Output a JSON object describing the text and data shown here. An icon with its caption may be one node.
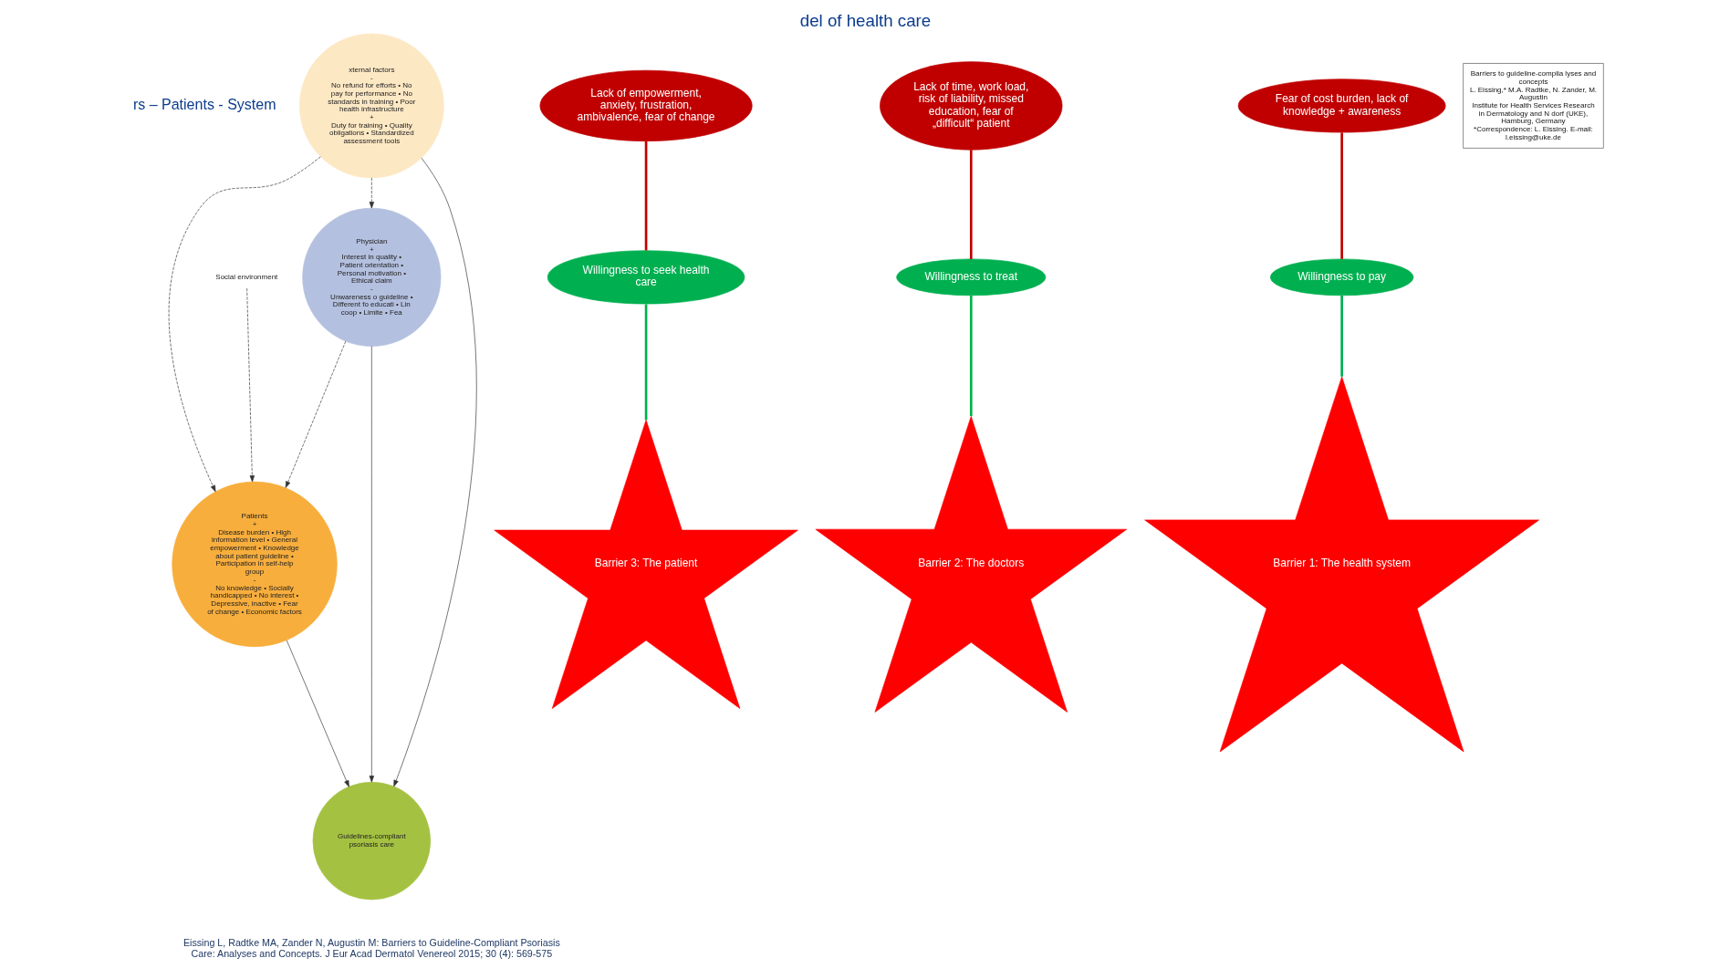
{
  "diagram": {
    "title": "del of health care",
    "caption": "Eissing L, Radtke MA, Zander N, Augustin M: Barriers to Guideline-Compliant Psoriasis Care: Analyses and Concepts. J Eur Acad Dermatol Venereol 2015; 30 (4): 569-575",
    "nodes": [
      {
        "text": [
          "Lack of empowerment, anxiety, frustration, ambivalence, fear of change"
        ]
      },
      {
        "text": [
          "Willingness to seek health care"
        ]
      },
      {
        "text": [
          "Lack of time, work load, risk of liability, missed education, fear of „difficult“ patient"
        ]
      },
      {
        "text": [
          "Willingness to treat"
        ]
      },
      {
        "text": [
          "Fear of cost burden, lack of knowledge + awareness"
        ]
      },
      {
        "text": [
          "Willingness to pay"
        ]
      },
      {
        "text": [
          "Barrier 3: The patient"
        ]
      },
      {
        "text": [
          "Barrier 2: The doctors"
        ]
      },
      {
        "text": [
          "Barrier 1: The health system"
        ]
      },
      {
        "text": [
          "Patients",
          "+",
          "Disease burden • High information level • General empowerment • Knowledge about patient guideline • Participation in self-help group",
          "-",
          "No knowledge • Socially handicapped • No interest • Depressive, inactive • Fear of change • Economic factors"
        ]
      },
      {
        "text": [
          "Physician",
          "+",
          "Interest in quality • Patient orientation • Personal motivation • Ethical claim",
          "-",
          "Unwareness o guideline • Different fo educati • Lin coop • Limite • Fea"
        ]
      },
      {
        "text": [
          "xternal factors",
          "-",
          "No refund for efforts • No pay for performance • No standards in training • Poor health infrastructure",
          "+",
          "Duty for training • Quality obligations • Standardized assessment tools"
        ]
      },
      {
        "text": [
          "Guidelines-compliant psoriasis care"
        ]
      },
      {
        "text": [
          "Social environment"
        ]
      },
      {
        "text": [
          "Barriers to guideline-complia lyses and concepts",
          "L. Eissing,* M.A. Radtke, N. Zander, M. Augustin",
          "Institute for Health Services Research in Dermatology and N dorf (UKE), Hamburg, Germany",
          "*Correspondence: L. Eissing. E-mail: l.eissing@uke.de"
        ]
      }
    ],
    "edges": [
      {
        "from": 0,
        "to": 1,
        "arrow": "none",
        "color": "#c00000"
      },
      {
        "from": 1,
        "to": 6,
        "arrow": "none",
        "color": "#00b050"
      },
      {
        "from": 2,
        "to": 3,
        "arrow": "none",
        "color": "#c00000"
      },
      {
        "from": 3,
        "to": 7,
        "arrow": "none",
        "color": "#00b050"
      },
      {
        "from": 4,
        "to": 5,
        "arrow": "none",
        "color": "#c00000"
      },
      {
        "from": 5,
        "to": 8,
        "arrow": "none",
        "color": "#00b050"
      },
      {
        "from": 9,
        "to": 12,
        "arrow": "to"
      },
      {
        "from": 10,
        "to": 12,
        "arrow": "to"
      },
      {
        "from": 11,
        "to": 12,
        "arrow": "to"
      },
      {
        "from": 13,
        "to": 9,
        "arrow": "to",
        "style": "dashed"
      },
      {
        "from": 10,
        "to": 9,
        "arrow": "to",
        "style": "dashed"
      },
      {
        "from": 11,
        "to": 9,
        "arrow": "to",
        "style": "dashed"
      },
      {
        "from": 11,
        "to": 10,
        "arrow": "to",
        "style": "dashed"
      }
    ],
    "labels": [
      "rs – Patients - System"
    ]
  }
}
